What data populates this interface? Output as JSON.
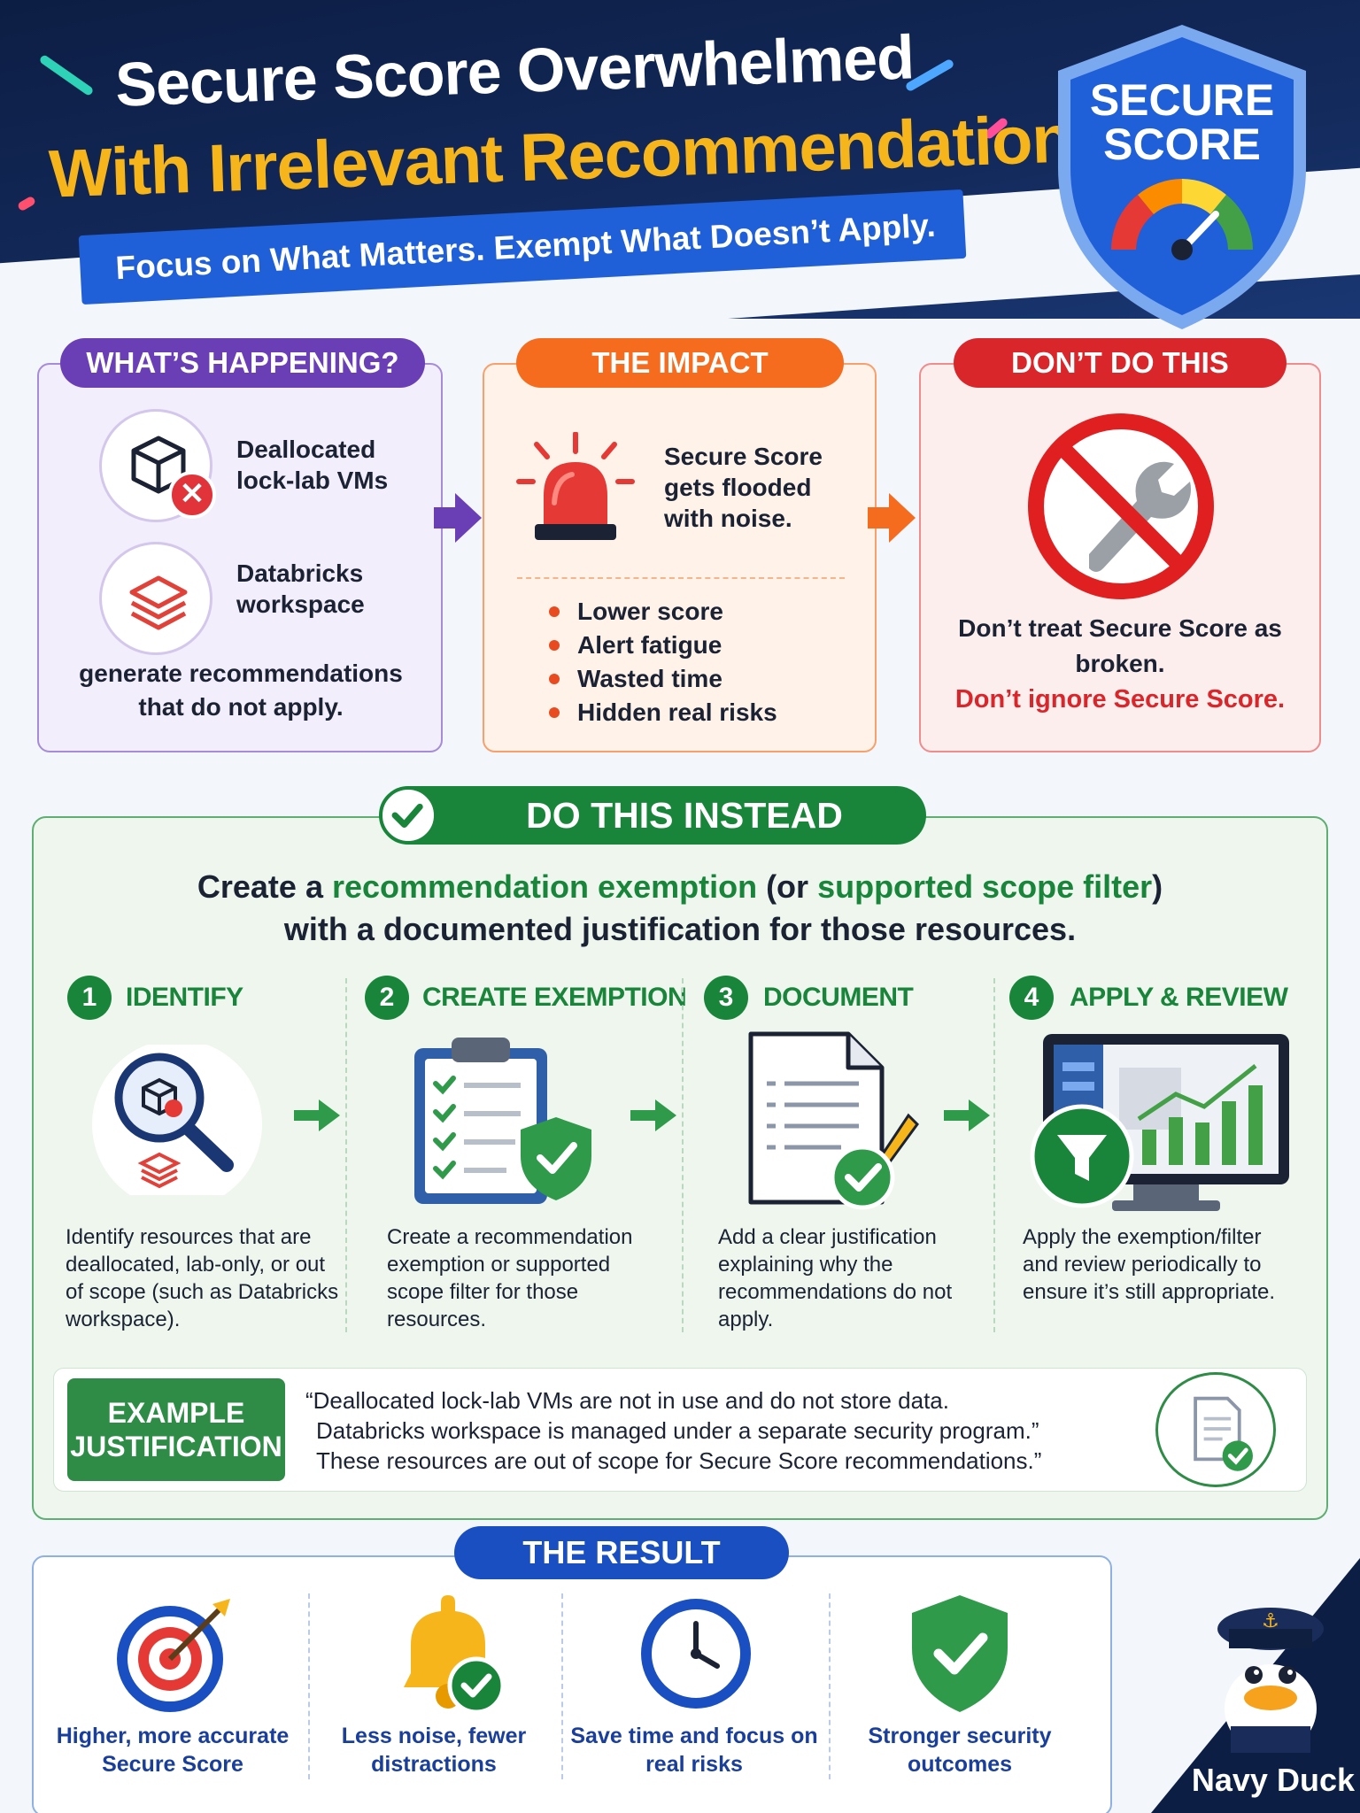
{
  "header": {
    "title_line1": "Secure Score Overwhelmed",
    "title_line2": "With Irrelevant Recommendations?",
    "tagline": "Focus on What Matters. Exempt What Doesn’t Apply.",
    "shield_text": "SECURE SCORE"
  },
  "happening": {
    "label": "WHAT’S HAPPENING?",
    "item1": "Deallocated lock-lab VMs",
    "item2": "Databricks workspace",
    "summary": "generate recommendations that do not apply."
  },
  "impact": {
    "label": "THE IMPACT",
    "headline": "Secure Score gets flooded with noise.",
    "bullets": [
      "Lower score",
      "Alert fatigue",
      "Wasted time",
      "Hidden real risks"
    ]
  },
  "dont": {
    "label": "DON’T DO THIS",
    "line1": "Don’t treat Secure Score as broken.",
    "line2": "Don’t ignore Secure Score."
  },
  "instead": {
    "label": "DO THIS INSTEAD",
    "intro_a": "Create a ",
    "intro_b": "recommendation exemption",
    "intro_c": " (or ",
    "intro_d": "supported scope filter",
    "intro_e": ")",
    "intro_line2": "with a documented justification for those resources.",
    "steps": [
      {
        "num": "1",
        "title": "IDENTIFY",
        "desc": "Identify resources that are deallocated, lab-only, or out of scope (such as Databricks workspace)."
      },
      {
        "num": "2",
        "title": "CREATE EXEMPTION",
        "desc": "Create a recommendation exemption or supported scope filter for those resources."
      },
      {
        "num": "3",
        "title": "DOCUMENT",
        "desc": "Add a clear justification explaining why the recommendations do not apply."
      },
      {
        "num": "4",
        "title": "APPLY & REVIEW",
        "desc": "Apply the exemption/filter and review periodically to ensure it’s still appropriate."
      }
    ],
    "example_label": "EXAMPLE JUSTIFICATION",
    "example_lines": [
      "“Deallocated lock-lab VMs are not in use and do not store data.",
      "Databricks workspace is managed under a separate security program.”",
      "These resources are out of scope for Secure Score recommendations.”"
    ]
  },
  "result": {
    "label": "THE RESULT",
    "items": [
      "Higher, more accurate Secure Score",
      "Less noise, fewer distractions",
      "Save time and focus on real risks",
      "Stronger security outcomes"
    ]
  },
  "brand": {
    "name": "Navy Duck"
  },
  "colors": {
    "navy": "#0d1e44",
    "gold": "#f7b51c",
    "purple": "#6a3fb6",
    "orange": "#f56c1f",
    "red": "#d9262b",
    "green": "#18853a",
    "blue": "#1a4fc2"
  }
}
